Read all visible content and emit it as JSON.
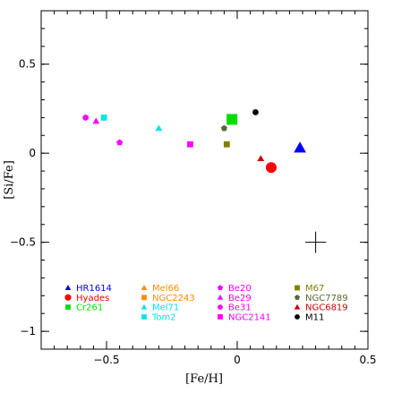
{
  "chart_data": {
    "type": "scatter",
    "xlabel": "[Fe/H]",
    "ylabel": "[Si/Fe]",
    "xlim": [
      -0.75,
      0.5
    ],
    "ylim": [
      -1.1,
      0.8
    ],
    "xticks": [
      -0.5,
      0,
      0.5
    ],
    "yticks": [
      -1,
      -0.5,
      0,
      0.5
    ],
    "tick_labels": {
      "x": [
        "−0.5",
        "0",
        "0.5"
      ],
      "y": [
        "−1",
        "−0.5",
        "0",
        "0.5"
      ]
    },
    "error_bar": {
      "x": 0.3,
      "y": -0.5,
      "xerr": 0.04,
      "yerr": 0.06
    },
    "series": [
      {
        "name": "HR1614",
        "color": "#0000ff",
        "marker": "triangle",
        "size": "large",
        "points": [
          [
            0.24,
            0.03
          ]
        ]
      },
      {
        "name": "Hyades",
        "color": "#ff0000",
        "marker": "circle",
        "size": "large",
        "points": [
          [
            0.13,
            -0.08
          ]
        ]
      },
      {
        "name": "Cr261",
        "color": "#00dd00",
        "marker": "square",
        "size": "large",
        "points": [
          [
            -0.02,
            0.19
          ]
        ]
      },
      {
        "name": "Mel66",
        "color": "#ff8c00",
        "marker": "triangle",
        "size": "small",
        "points": []
      },
      {
        "name": "NGC2243",
        "color": "#ff8c00",
        "marker": "square",
        "size": "small",
        "points": []
      },
      {
        "name": "Mel71",
        "color": "#00e5e5",
        "marker": "triangle",
        "size": "small",
        "points": [
          [
            -0.3,
            0.14
          ]
        ]
      },
      {
        "name": "Tom2",
        "color": "#00e5e5",
        "marker": "square",
        "size": "small",
        "points": [
          [
            -0.51,
            0.2
          ]
        ]
      },
      {
        "name": "Be20",
        "color": "#ff00ff",
        "marker": "pentagon",
        "size": "small",
        "points": [
          [
            -0.45,
            0.06
          ]
        ]
      },
      {
        "name": "Be29",
        "color": "#ff00ff",
        "marker": "triangle",
        "size": "small",
        "points": [
          [
            -0.54,
            0.18
          ]
        ]
      },
      {
        "name": "Be31",
        "color": "#ff00ff",
        "marker": "circle",
        "size": "small",
        "points": [
          [
            -0.58,
            0.2
          ]
        ]
      },
      {
        "name": "NGC2141",
        "color": "#ff00ff",
        "marker": "square",
        "size": "small",
        "points": [
          [
            -0.18,
            0.05
          ]
        ]
      },
      {
        "name": "M67",
        "color": "#808000",
        "marker": "square",
        "size": "small",
        "points": [
          [
            -0.04,
            0.05
          ]
        ]
      },
      {
        "name": "NGC7789",
        "color": "#556b2f",
        "marker": "pentagon",
        "size": "small",
        "points": [
          [
            -0.05,
            0.14
          ]
        ]
      },
      {
        "name": "NGC6819",
        "color": "#cc0000",
        "marker": "triangle",
        "size": "small",
        "points": [
          [
            0.09,
            -0.03
          ]
        ]
      },
      {
        "name": "M11",
        "color": "#000000",
        "marker": "circle",
        "size": "small",
        "points": [
          [
            0.07,
            0.23
          ]
        ]
      }
    ],
    "legend": {
      "placement": "bottom",
      "columns": 4
    }
  }
}
